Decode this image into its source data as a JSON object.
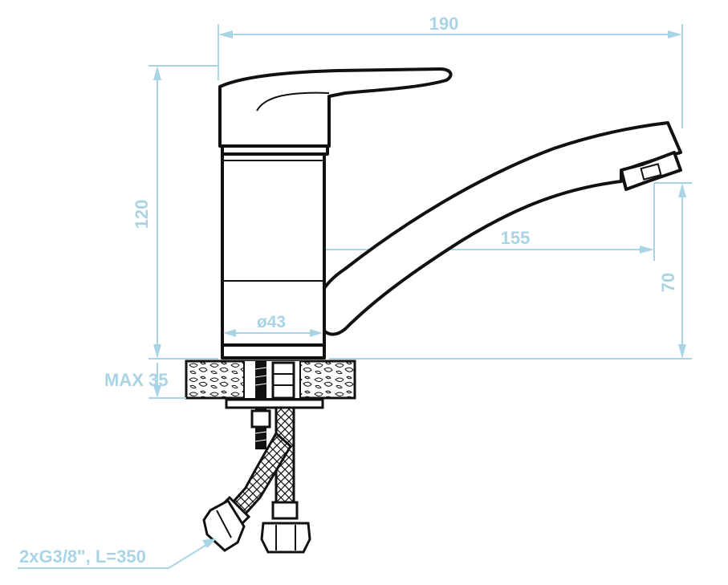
{
  "dimensions": {
    "width_190": "190",
    "height_120": "120",
    "reach_155": "155",
    "spout_height_70": "70",
    "diameter_43": "ø43",
    "max_thickness": "MAX 35",
    "connection": "2xG3/8\", L=350"
  },
  "colors": {
    "dimension": "#a9d4e6",
    "outline": "#111111",
    "background": "#ffffff"
  }
}
